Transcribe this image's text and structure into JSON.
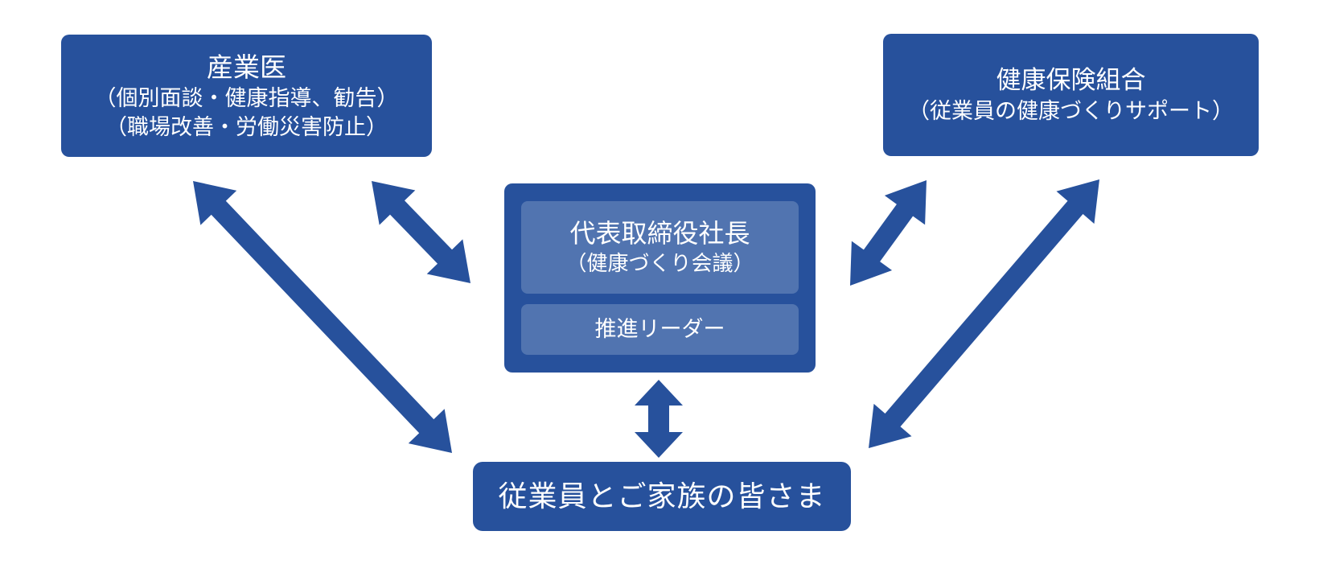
{
  "colors": {
    "primary": "#27519C",
    "inner_box": "#5174B0",
    "text": "#FFFFFF",
    "background": "#FFFFFF"
  },
  "nodes": {
    "doctor": {
      "title": "産業医",
      "lines": [
        "（個別面談・健康指導、勧告）",
        "（職場改善・労働災害防止）"
      ]
    },
    "insurance": {
      "title": "健康保険組合",
      "lines": [
        "（従業員の健康づくりサポート）"
      ]
    },
    "president": {
      "title": "代表取締役社長",
      "subtitle": "（健康づくり会議）"
    },
    "leader": {
      "label": "推進リーダー"
    },
    "employees": {
      "label": "従業員とご家族の皆さま"
    }
  },
  "connections": [
    {
      "from": "産業医",
      "to": "従業員とご家族の皆さま",
      "bidirectional": true
    },
    {
      "from": "産業医",
      "to": "代表取締役社長（健康づくり会議）",
      "bidirectional": true
    },
    {
      "from": "代表取締役社長（健康づくり会議）",
      "to": "従業員とご家族の皆さま",
      "bidirectional": true
    },
    {
      "from": "代表取締役社長（健康づくり会議）",
      "to": "健康保険組合",
      "bidirectional": true
    },
    {
      "from": "健康保険組合",
      "to": "従業員とご家族の皆さま",
      "bidirectional": true
    }
  ]
}
